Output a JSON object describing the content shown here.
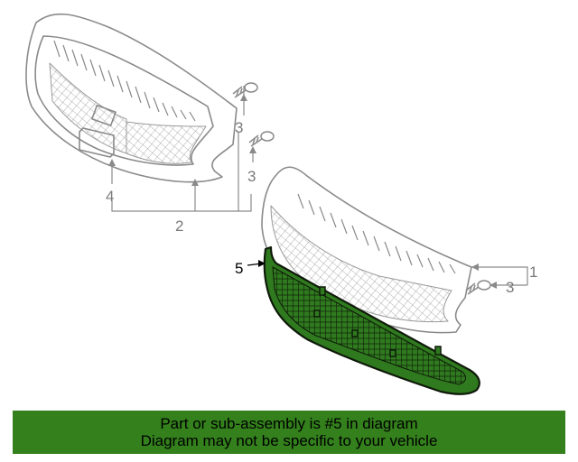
{
  "callouts": {
    "part_1": "1",
    "part_2": "2",
    "part_3a": "3",
    "part_3b": "3",
    "part_3c": "3",
    "part_4": "4",
    "part_5": "5"
  },
  "banner": {
    "line1": "Part or sub-assembly is #5 in diagram",
    "line2": "Diagram may not be specific to your vehicle"
  },
  "colors": {
    "line_art": "#8a8a8a",
    "callout_text": "#7a7a7a",
    "highlight_fill": "#2f7a1e",
    "highlight_stroke": "#0f1a0a",
    "banner_bg": "#33801c",
    "banner_text": "#000000"
  }
}
